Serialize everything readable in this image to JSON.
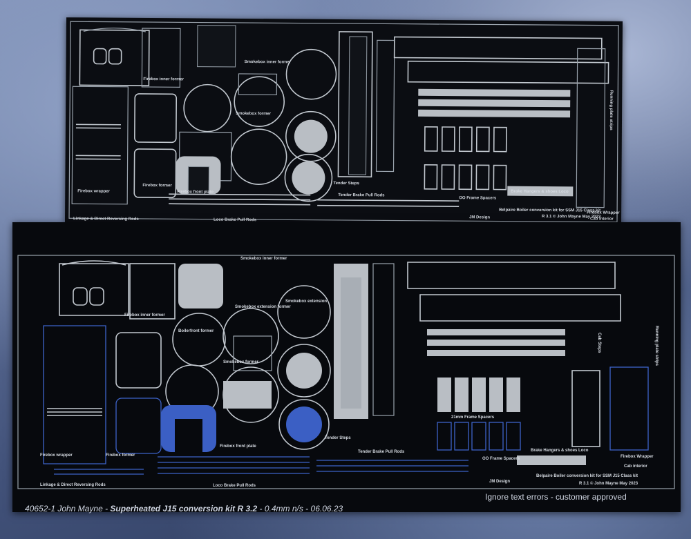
{
  "top_sheet": {
    "labels": {
      "firebox_inner_former": "Firebox inner former",
      "smokebox_inner_former": "Smokebox inner former",
      "smokebox_former": "Smokebox former",
      "firebox_wrapper": "Firebox wrapper",
      "firebox_former": "Firebox former",
      "firebox_front_plate": "Firebox front plate",
      "linkage_reversing": "Linkage & Direct Reversing Rods",
      "loco_brake_pull_rods": "Loco Brake Pull Rods",
      "tender_steps": "Tender Steps",
      "tender_brake_pull_rods": "Tender Brake Pull Rods",
      "oo_frame_spacers": "OO Frame Spacers",
      "jm_design": "JM Design",
      "brake_hangers": "Brake Hangers & shoes Loco",
      "belpaire_title": "Belpaire Boiler conversion kit for SSM J15 Class kit",
      "revision": "R 3.1 © John Mayne May 2023",
      "cab_interior": "Cab interior",
      "firebox_wrapper_right": "Firebox Wrapper",
      "running_plate": "Running plate strips"
    }
  },
  "bottom_sheet": {
    "labels": {
      "smokebox_inner_former": "Smokebox inner former",
      "smokebox_extension_former": "Smokebox extension former",
      "firebox_inner_former": "Firebox inner former",
      "boilerfront_former": "Boilerfront former",
      "smokebox_extension": "Smokebox extension",
      "smokebox_former": "Smokebox former",
      "firebox_wrapper": "Firebox wrapper",
      "firebox_former": "Firebox former",
      "firebox_front_plate": "Firebox front plate",
      "linkage_reversing": "Linkage & Direct Reversing Rods",
      "loco_brake_pull_rods": "Loco Brake Pull Rods",
      "tender_steps": "Tender Steps",
      "tender_brake_pull_rods": "Tender Brake Pull Rods",
      "frame_spacers": "21mm Frame Spacers",
      "oo_frame_spacers": "OO Frame Spacers",
      "jm_design": "JM Design",
      "brake_hangers": "Brake Hangers & shoes Loco",
      "firebox_wrapper_right": "Firebox Wrapper",
      "cab_interior": "Cab interior",
      "belpaire_title": "Belpaire Boiler conversion kit for SSM J15 Class kit",
      "revision": "R 3.1 © John Mayne May 2023",
      "cab_steps": "Cab Steps",
      "running_plate": "Running plate strips"
    }
  },
  "caption": {
    "part_no": "40652-1 John Mayne - ",
    "title": "Superheated J15 conversion kit R 3.2",
    "spec": " - 0.4mm n/s - 06.06.23",
    "note": "Ignore text errors - customer approved"
  },
  "colors": {
    "cloth": "#5b6c92",
    "sheet": "#07090d",
    "etch_silver": "#b9bec4",
    "etch_blue": "#3b5fc4"
  }
}
